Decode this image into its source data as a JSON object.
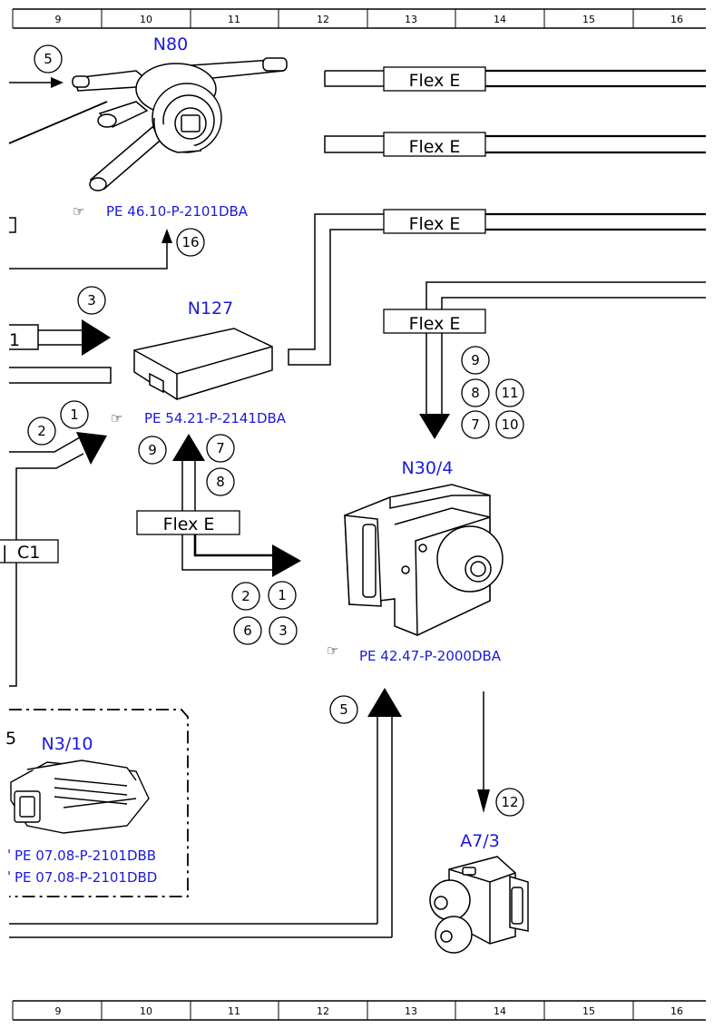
{
  "ruler": {
    "columns": [
      "9",
      "10",
      "11",
      "12",
      "13",
      "14",
      "15",
      "16"
    ]
  },
  "components": {
    "n80": "N80",
    "n127": "N127",
    "n30_4": "N30/4",
    "n3_10": "N3/10",
    "a7_3": "A7/3"
  },
  "references": {
    "n80": "PE 46.10-P-2101DBA",
    "n127": "PE 54.21-P-2141DBA",
    "n30_4": "PE 42.47-P-2000DBA",
    "n3_10_a": "PE 07.08-P-2101DBB",
    "n3_10_b": "PE 07.08-P-2101DBD"
  },
  "flex_label": "Flex E",
  "edge_labels": {
    "left_box_1": "1",
    "left_box_c1": "C1",
    "n3_10_left": "5"
  },
  "callouts": {
    "n80_in": "5",
    "n80_out": "16",
    "n127_in": "3",
    "left_a": "2",
    "left_b": "1",
    "n127_up_9": "9",
    "n127_up_7": "7",
    "n127_up_8": "8",
    "flex_right_9": "9",
    "flex_right_8": "8",
    "flex_right_11": "11",
    "flex_right_7": "7",
    "flex_right_10": "10",
    "n30_in_2": "2",
    "n30_in_1": "1",
    "n30_in_6": "6",
    "n30_in_3": "3",
    "n30_up_5": "5",
    "a7_in_12": "12"
  },
  "colors": {
    "line": "#000000",
    "label_blue": "#1a1adb"
  }
}
